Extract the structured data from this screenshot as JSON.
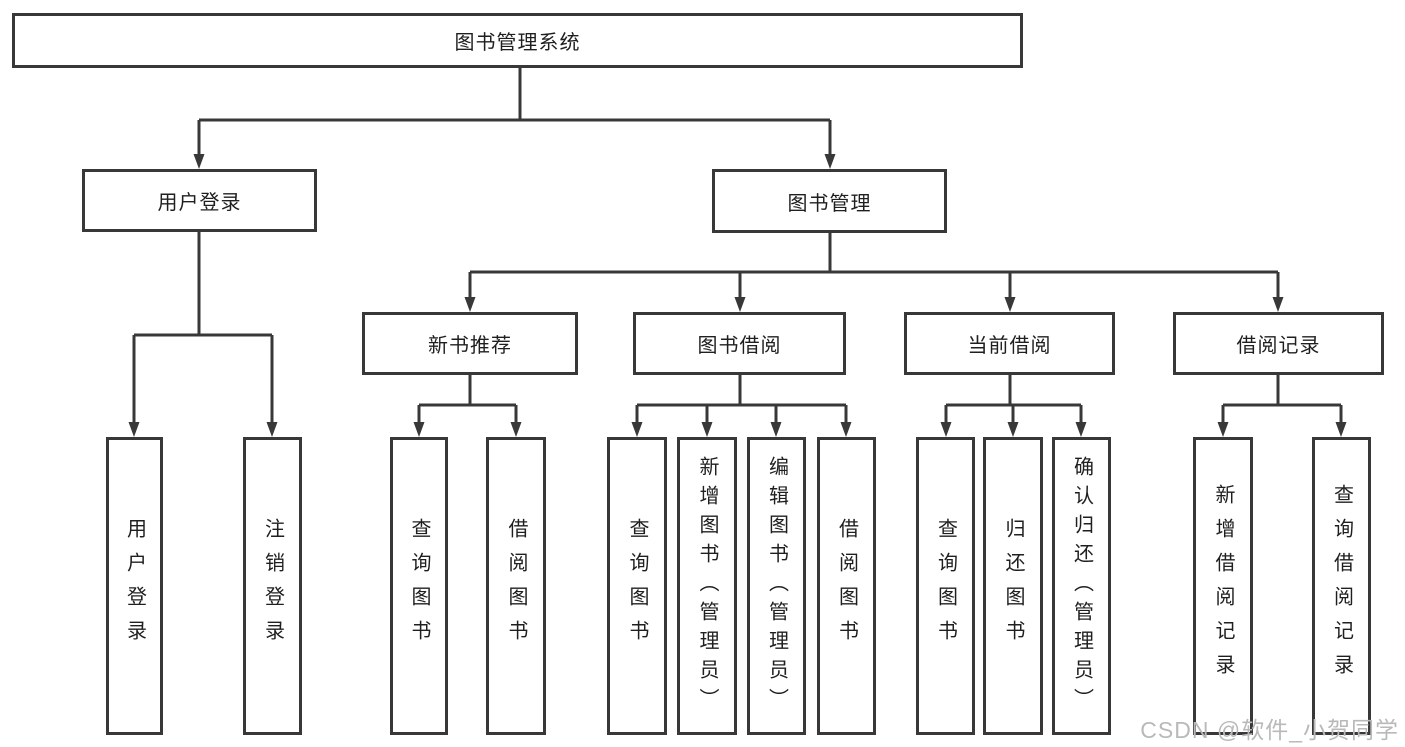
{
  "tree": {
    "root": {
      "label": "图书管理系统",
      "children": [
        {
          "label": "用户登录",
          "children": [
            {
              "label": "用户登录"
            },
            {
              "label": "注销登录"
            }
          ]
        },
        {
          "label": "图书管理",
          "children": [
            {
              "label": "新书推荐",
              "children": [
                {
                  "label": "查询图书"
                },
                {
                  "label": "借阅图书"
                }
              ]
            },
            {
              "label": "图书借阅",
              "children": [
                {
                  "label": "查询图书"
                },
                {
                  "label": "新增图书（管理员）"
                },
                {
                  "label": "编辑图书（管理员）"
                },
                {
                  "label": "借阅图书"
                }
              ]
            },
            {
              "label": "当前借阅",
              "children": [
                {
                  "label": "查询图书"
                },
                {
                  "label": "归还图书"
                },
                {
                  "label": "确认归还（管理员）"
                }
              ]
            },
            {
              "label": "借阅记录",
              "children": [
                {
                  "label": "新增借阅记录"
                },
                {
                  "label": "查询借阅记录"
                }
              ]
            }
          ]
        }
      ]
    }
  },
  "watermark": {
    "text": "CSDN @软件_小贺同学"
  },
  "colors": {
    "line": "#383838",
    "box_border": "#383838",
    "text": "#1f1f1f",
    "background": "#ffffff",
    "watermark": "#b9b9b9"
  }
}
